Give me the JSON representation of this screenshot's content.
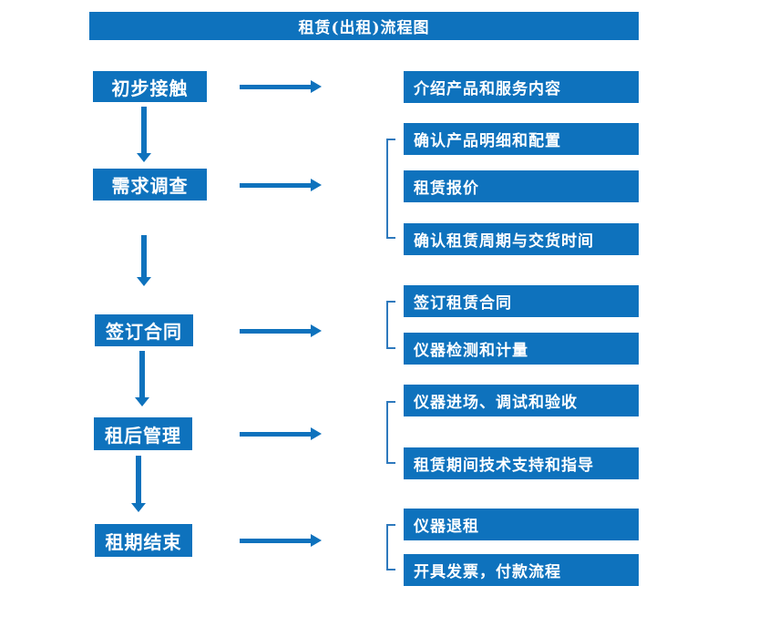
{
  "title": "租赁(出租)流程图",
  "colors": {
    "box_blue": "#0E72BD",
    "bracket_blue": "#2E79BD",
    "text_white": "#FFFFFF",
    "background": "#FFFFFF"
  },
  "steps": [
    {
      "label": "初步接触",
      "details": [
        "介绍产品和服务内容"
      ]
    },
    {
      "label": "需求调查",
      "details": [
        "确认产品明细和配置",
        "租赁报价",
        "确认租赁周期与交货时间"
      ]
    },
    {
      "label": "签订合同",
      "details": [
        "签订租赁合同",
        "仪器检测和计量"
      ]
    },
    {
      "label": "租后管理",
      "details": [
        "仪器进场、调试和验收",
        "租赁期间技术支持和指导"
      ]
    },
    {
      "label": "租期结束",
      "details": [
        "仪器退租",
        "开具发票，付款流程"
      ]
    }
  ]
}
